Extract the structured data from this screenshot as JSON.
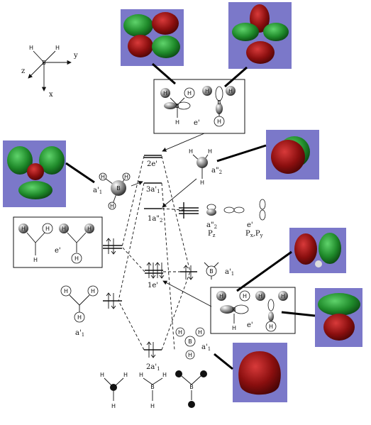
{
  "axes_labels": {
    "x": "x",
    "y": "y",
    "z": "z",
    "boron": "B",
    "hydrogen": "H"
  },
  "levels": {
    "e2p": "2e'",
    "a1_3": "3a'",
    "a1_3_sub": "1",
    "a2pp_1": "1a\"",
    "a2pp_1_sub": "2",
    "e1p": "1e'",
    "a1_2": "2a'",
    "a1_2_sub": "1"
  },
  "fragment_labels": {
    "a1_left": "a'",
    "a1_left_sub": "1",
    "a2pp_top": "a\"",
    "a2pp_top_sub": "2",
    "pz_sym": "a\"",
    "pz_sym_sub": "2",
    "pz": "P",
    "pz_sub": "z",
    "pxpy_sym": "e'",
    "pxpy": "P",
    "pxpy_sub": "x",
    "pxpy_sep": ",P",
    "pxpy_sub2": "y",
    "e_left": "e'",
    "a1_right": "a'",
    "a1_right_sub": "1",
    "a1_bottom_left": "a'",
    "a1_bottom_left_sub": "1",
    "a1_bottom_right": "a'",
    "a1_bottom_right_sub": "1",
    "e_top_box": "e'",
    "e_right_box": "e'"
  },
  "colors": {
    "panel": "#7b78c9",
    "lobe_red": "#8b0f0f",
    "lobe_green": "#1f8a2a"
  }
}
